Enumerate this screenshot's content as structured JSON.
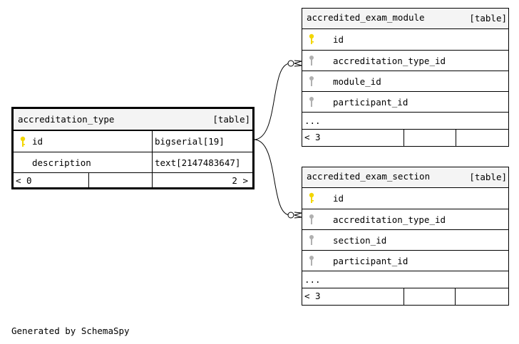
{
  "main_table": {
    "name": "accreditation_type",
    "kind": "[table]",
    "columns": [
      {
        "name": "id",
        "type": "bigserial[19]",
        "key": "primary"
      },
      {
        "name": "description",
        "type": "text[2147483647]",
        "key": "none"
      }
    ],
    "footer_left": "< 0",
    "footer_right": "2 >"
  },
  "table_module": {
    "name": "accredited_exam_module",
    "kind": "[table]",
    "columns": [
      {
        "name": "id",
        "key": "primary"
      },
      {
        "name": "accreditation_type_id",
        "key": "foreign"
      },
      {
        "name": "module_id",
        "key": "foreign"
      },
      {
        "name": "participant_id",
        "key": "foreign"
      }
    ],
    "ellipsis": "...",
    "footer_left": "< 3"
  },
  "table_section": {
    "name": "accredited_exam_section",
    "kind": "[table]",
    "columns": [
      {
        "name": "id",
        "key": "primary"
      },
      {
        "name": "accreditation_type_id",
        "key": "foreign"
      },
      {
        "name": "section_id",
        "key": "foreign"
      },
      {
        "name": "participant_id",
        "key": "foreign"
      }
    ],
    "ellipsis": "...",
    "footer_left": "< 3"
  },
  "colors": {
    "primary_key": "#f2d600",
    "foreign_key": "#b0b0b0",
    "header_bg": "#f4f4f4"
  },
  "footer": "Generated by SchemaSpy"
}
